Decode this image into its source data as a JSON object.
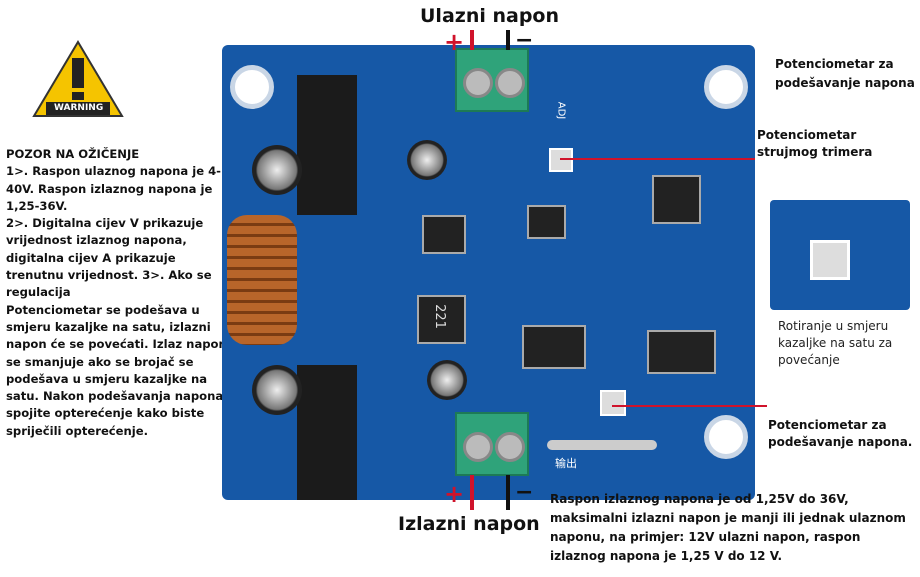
{
  "warning_sign": {
    "label": "WARNING",
    "color": "#f5c400"
  },
  "top_label": "Ulazni napon",
  "bottom_label": "Izlazni napon",
  "polarity": {
    "plus": "+",
    "minus": "−"
  },
  "left_notes": {
    "heading": "POZOR NA OŽIČENJE",
    "paragraphs": [
      "1>. Raspon ulaznog napona je 4-40V. Raspon izlaznog napona je 1,25-36V.",
      "2>. Digitalna cijev V prikazuje vrijednost izlaznog napona, digitalna cijev A prikazuje trenutnu vrijednost. 3>. Ako se regulacija",
      "Potenciometar se podešava u smjeru kazaljke na satu, izlazni napon će se povećati. Izlaz napon se smanjuje ako se brojač se podešava u smjeru kazaljke na satu. Nakon podešavanja napona, spojite opterećenje kako biste spriječili opterećenje."
    ]
  },
  "annotations": {
    "pot_voltage_top": "Potenciometar za podešavanje napona",
    "pot_current": "Potenciometar strujmog trimera",
    "rotation_caption": "Rotiranje u smjeru kazaljke na satu za povećanje",
    "pot_voltage_bottom": "Potenciometar za podešavanje napona."
  },
  "bottom_note": "Raspon izlaznog napona je od 1,25V do 36V, maksimalni izlazni napon je manji ili jednak ulaznom naponu, na primjer: 12V ulazni napon, raspon izlaznog napona je 1,25 V do 12 V.",
  "board_marks": {
    "inductor": "221",
    "out_cn": "输出",
    "adj": "ADJ"
  }
}
